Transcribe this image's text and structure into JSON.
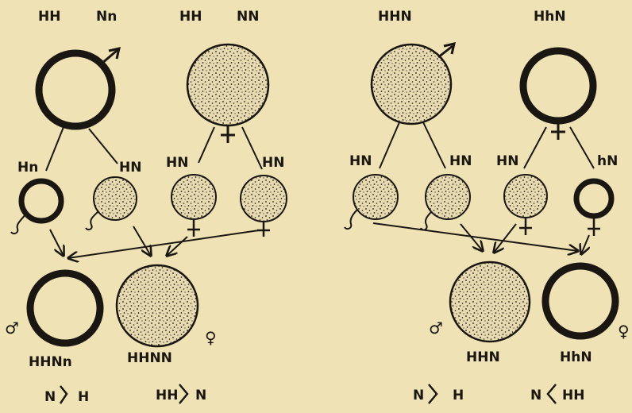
{
  "left": {
    "top_labels": [
      "HH",
      "Nn",
      "HH",
      "NN"
    ],
    "parent_male": {
      "genotype": "HH Nn",
      "symbol": "♂",
      "phenotype": "normal"
    },
    "parent_female": {
      "genotype": "HH NN",
      "symbol": "♀",
      "phenotype": "stippled"
    },
    "gametes": [
      {
        "label": "Hn",
        "pattern": "plain",
        "sex": "sperm"
      },
      {
        "label": "HN",
        "pattern": "stippled",
        "sex": "sperm"
      },
      {
        "label": "HN",
        "pattern": "stippled",
        "sex": "egg"
      },
      {
        "label": "HN",
        "pattern": "stippled",
        "sex": "egg"
      }
    ],
    "offspring": [
      {
        "symbol": "♂",
        "genotype": "HHNn",
        "pattern": "plain"
      },
      {
        "symbol": "♀",
        "genotype": "HHNN",
        "pattern": "stippled"
      }
    ],
    "dominance": [
      {
        "left": "N",
        "sign": ">",
        "right": "H"
      },
      {
        "left": "HH",
        "sign": ">",
        "right": "N"
      }
    ]
  },
  "right": {
    "top_labels": [
      "HHN",
      "HhN"
    ],
    "parent_male": {
      "genotype": "HHN",
      "symbol": "♂",
      "phenotype": "stippled"
    },
    "parent_female": {
      "genotype": "HhN",
      "symbol": "♀",
      "phenotype": "normal"
    },
    "gametes": [
      {
        "label": "HN",
        "pattern": "stippled",
        "sex": "sperm"
      },
      {
        "label": "HN",
        "pattern": "stippled",
        "sex": "sperm"
      },
      {
        "label": "HN",
        "pattern": "stippled",
        "sex": "egg"
      },
      {
        "label": "hN",
        "pattern": "plain",
        "sex": "egg"
      }
    ],
    "offspring": [
      {
        "symbol": "♂",
        "genotype": "HHN",
        "pattern": "stippled"
      },
      {
        "symbol": "♀",
        "genotype": "HhN",
        "pattern": "plain"
      }
    ],
    "dominance": [
      {
        "left": "N",
        "sign": ">",
        "right": "H"
      },
      {
        "left": "N",
        "sign": "<",
        "right": "HH"
      }
    ]
  },
  "colors": {
    "background": "#efe2b4",
    "ink": "#1a1712",
    "stipple_fill": "#e8dab0"
  }
}
